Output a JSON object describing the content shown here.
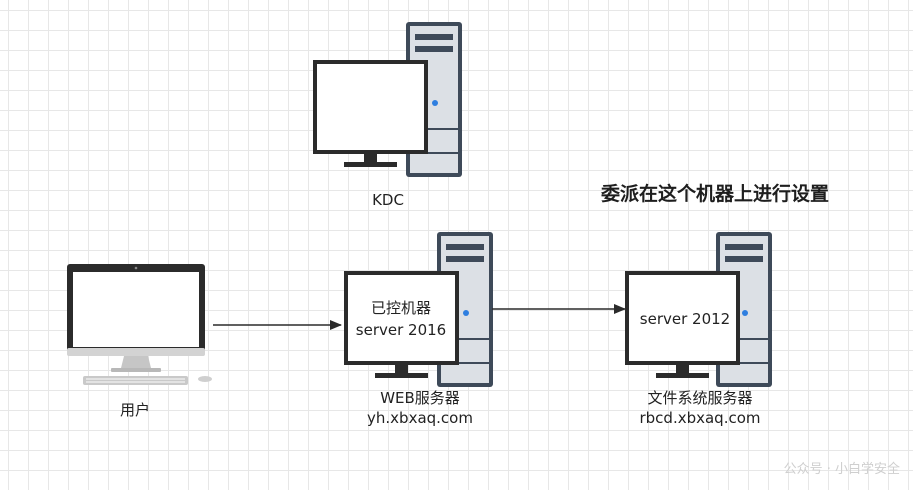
{
  "nodes": {
    "kdc": {
      "label": "KDC"
    },
    "user": {
      "label": "用户"
    },
    "web": {
      "screen_line1": "已控机器",
      "screen_line2": "server 2016",
      "label_line1": "WEB服务器",
      "label_line2": "yh.xbxaq.com"
    },
    "file": {
      "screen_line1": "server 2012",
      "label_line1": "文件系统服务器",
      "label_line2": "rbcd.xbxaq.com"
    }
  },
  "annotation": "委派在这个机器上进行设置",
  "watermark": "公众号 · 小白学安全",
  "icons": [
    "server-tower-icon",
    "monitor-icon",
    "desktop-computer-icon",
    "keyboard-icon",
    "mouse-icon",
    "arrow-icon"
  ],
  "colors": {
    "server_dark": "#3e4a59",
    "server_gray": "#dce0e5",
    "led": "#2f7fe0",
    "screen_bezel": "#2b2b2b"
  }
}
